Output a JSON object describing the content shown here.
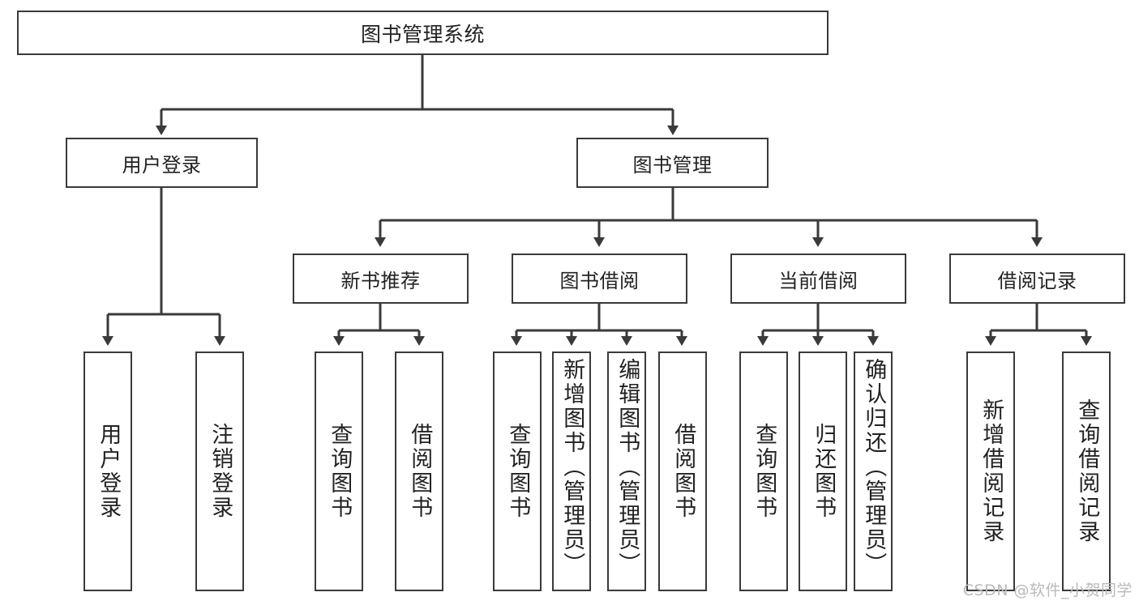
{
  "diagram": {
    "type": "tree",
    "title": "图书管理系统",
    "orientation": "top-down",
    "colors": {
      "box_border": "#3a3a3a",
      "box_fill": "#ffffff",
      "edge": "#3a3a3a",
      "text": "#222222",
      "watermark": "#b9b9b9",
      "background": "#ffffff"
    },
    "root": {
      "label": "图书管理系统"
    },
    "level1": [
      {
        "label": "用户登录"
      },
      {
        "label": "图书管理"
      }
    ],
    "level2": [
      {
        "label": "新书推荐"
      },
      {
        "label": "图书借阅"
      },
      {
        "label": "当前借阅"
      },
      {
        "label": "借阅记录"
      }
    ],
    "leaves": {
      "user_login": [
        {
          "label": "用户登录"
        },
        {
          "label": "注销登录"
        }
      ],
      "new_book_recommend": [
        {
          "label": "查询图书"
        },
        {
          "label": "借阅图书"
        }
      ],
      "book_borrow": [
        {
          "label": "查询图书"
        },
        {
          "label": "新增图书（管理员）"
        },
        {
          "label": "编辑图书（管理员）"
        },
        {
          "label": "借阅图书"
        }
      ],
      "current_borrow": [
        {
          "label": "查询图书"
        },
        {
          "label": "归还图书"
        },
        {
          "label": "确认归还（管理员）"
        }
      ],
      "borrow_record": [
        {
          "label": "新增借阅记录"
        },
        {
          "label": "查询借阅记录"
        }
      ]
    }
  },
  "watermark": {
    "text": "CSDN @软件_小贺同学"
  }
}
